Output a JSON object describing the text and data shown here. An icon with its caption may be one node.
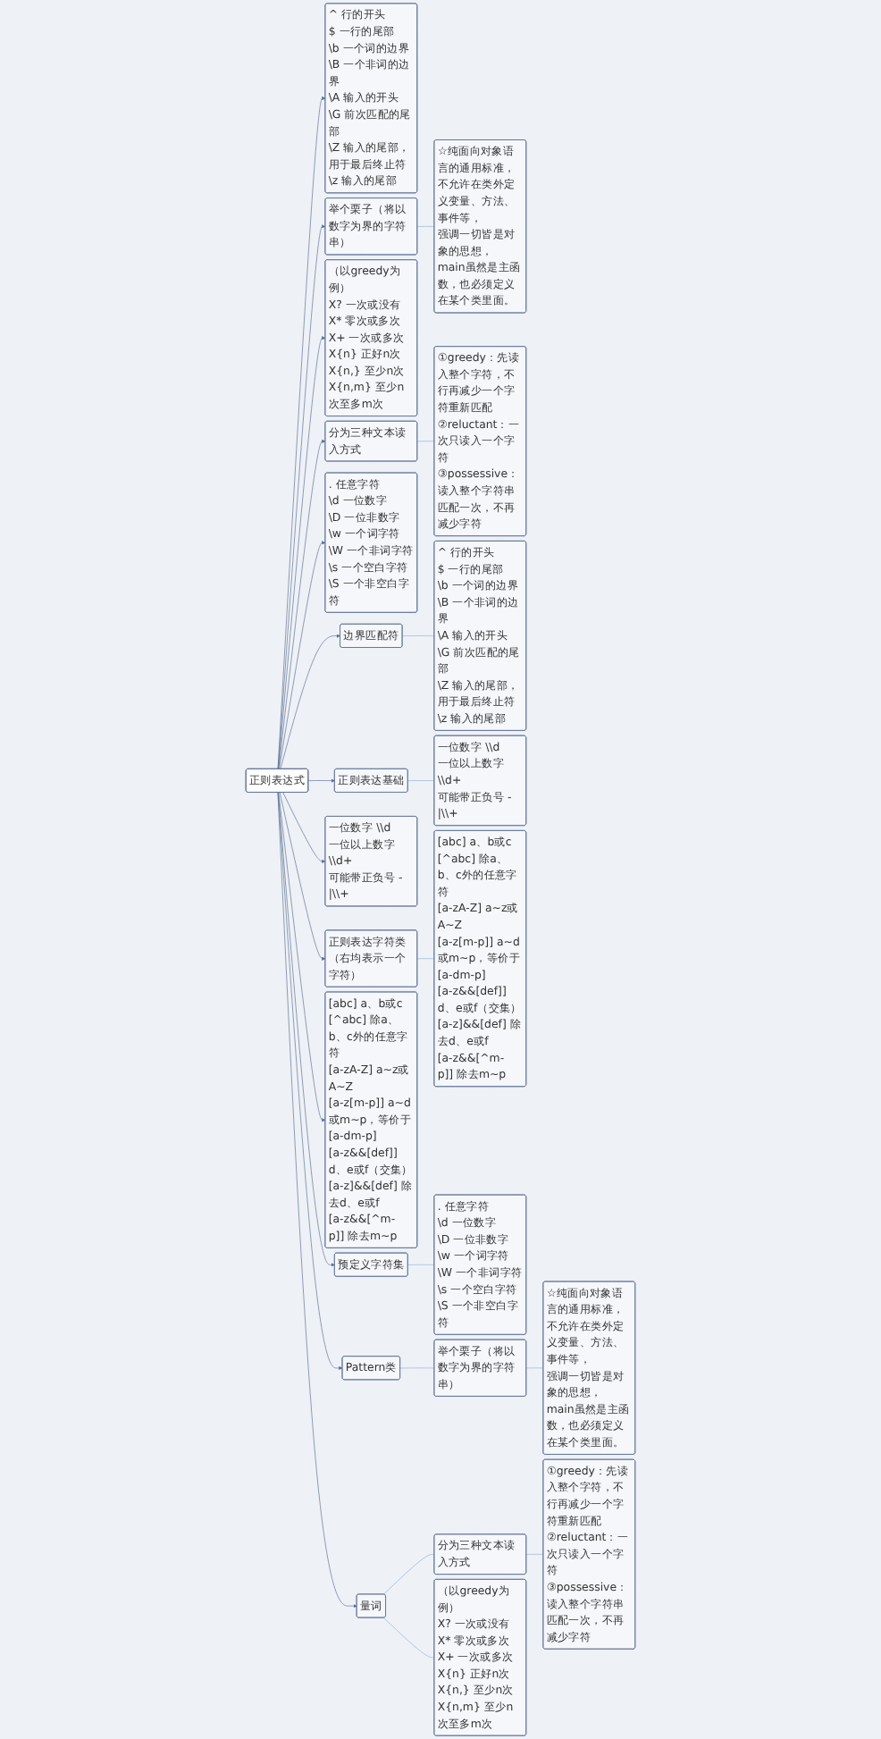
{
  "diagram": {
    "nodes": [
      {
        "text": [
          "正则表达式"
        ]
      },
      {
        "text": [
          "^ 行的开头",
          "$ 一行的尾部",
          "\\b 一个词的边界",
          "\\B 一个非词的边界",
          "\\A 输入的开头",
          "\\G 前次匹配的尾部",
          "\\Z 输入的尾部，用于最后终止符",
          "\\z 输入的尾部"
        ]
      },
      {
        "text": [
          "举个栗子（将以数字为界的字符串）"
        ]
      },
      {
        "text": [
          "☆纯面向对象语言的通用标准，",
          "不允许在类外定义变量、方法、事件等，",
          "强调一切皆是对象的思想，",
          "main虽然是主函数，也必须定义在某个类里面。"
        ]
      },
      {
        "text": [
          "（以greedy为例）",
          "X? 一次或没有",
          "X* 零次或多次",
          "X+ 一次或多次",
          "X{n} 正好n次",
          "X{n,} 至少n次",
          "X{n,m} 至少n次至多m次"
        ]
      },
      {
        "text": [
          "分为三种文本读入方式"
        ]
      },
      {
        "text": [
          "①greedy：先读入整个字符，不行再减少一个字符重新匹配",
          "②reluctant：一次只读入一个字符",
          "③possessive：读入整个字符串匹配一次，不再减少字符"
        ]
      },
      {
        "text": [
          ". 任意字符",
          "\\d 一位数字",
          "\\D 一位非数字",
          "\\w 一个词字符",
          "\\W 一个非词字符",
          "\\s 一个空白字符",
          "\\S 一个非空白字符"
        ]
      },
      {
        "text": [
          "边界匹配符"
        ]
      },
      {
        "text": [
          "^ 行的开头",
          "$ 一行的尾部",
          "\\b 一个词的边界",
          "\\B 一个非词的边界",
          "\\A 输入的开头",
          "\\G 前次匹配的尾部",
          "\\Z 输入的尾部，用于最后终止符",
          "\\z 输入的尾部"
        ]
      },
      {
        "text": [
          "正则表达基础"
        ]
      },
      {
        "text": [
          "一位数字 \\\\d",
          "一位以上数字 \\\\d+",
          "可能带正负号 -|\\\\+"
        ]
      },
      {
        "text": [
          "一位数字 \\\\d",
          "一位以上数字 \\\\d+",
          "可能带正负号 -|\\\\+"
        ]
      },
      {
        "text": [
          "正则表达字符类（右均表示一个字符）"
        ]
      },
      {
        "text": [
          "[abc] a、b或c",
          "[^abc] 除a、b、c外的任意字符",
          "[a-zA-Z] a~z或A~Z",
          "[a-z[m-p]] a~d或m~p，等价于[a-dm-p]",
          "[a-z&&[def]] d、e或f（交集）",
          "[a-z]&&[def] 除去d、e或f",
          "[a-z&&[^m-p]] 除去m~p"
        ]
      },
      {
        "text": [
          "[abc] a、b或c",
          "[^abc] 除a、b、c外的任意字符",
          "[a-zA-Z] a~z或A~Z",
          "[a-z[m-p]] a~d或m~p，等价于[a-dm-p]",
          "[a-z&&[def]] d、e或f（交集）",
          "[a-z]&&[def] 除去d、e或f",
          "[a-z&&[^m-p]] 除去m~p"
        ]
      },
      {
        "text": [
          "预定义字符集"
        ]
      },
      {
        "text": [
          ". 任意字符",
          "\\d 一位数字",
          "\\D 一位非数字",
          "\\w 一个词字符",
          "\\W 一个非词字符",
          "\\s 一个空白字符",
          "\\S 一个非空白字符"
        ]
      },
      {
        "text": [
          "Pattern类"
        ]
      },
      {
        "text": [
          "举个栗子（将以数字为界的字符串）"
        ]
      },
      {
        "text": [
          "☆纯面向对象语言的通用标准，",
          "不允许在类外定义变量、方法、事件等，",
          "强调一切皆是对象的思想，",
          "main虽然是主函数，也必须定义在某个类里面。"
        ]
      },
      {
        "text": [
          "量词"
        ]
      },
      {
        "text": [
          "分为三种文本读入方式"
        ]
      },
      {
        "text": [
          "①greedy：先读入整个字符，不行再减少一个字符重新匹配",
          "②reluctant：一次只读入一个字符",
          "③possessive：读入整个字符串匹配一次，不再减少字符"
        ]
      },
      {
        "text": [
          "（以greedy为例）",
          "X? 一次或没有",
          "X* 零次或多次",
          "X+ 一次或多次",
          "X{n} 正好n次",
          "X{n,} 至少n次",
          "X{n,m} 至少n次至多m次"
        ]
      }
    ],
    "edges": [
      {
        "from": 0,
        "to": 1,
        "arrow": "to"
      },
      {
        "from": 0,
        "to": 2,
        "arrow": "to"
      },
      {
        "from": 2,
        "to": 3,
        "arrow": "none"
      },
      {
        "from": 0,
        "to": 4,
        "arrow": "to"
      },
      {
        "from": 0,
        "to": 5,
        "arrow": "to"
      },
      {
        "from": 5,
        "to": 6,
        "arrow": "none"
      },
      {
        "from": 0,
        "to": 7,
        "arrow": "to"
      },
      {
        "from": 0,
        "to": 8,
        "arrow": "to"
      },
      {
        "from": 8,
        "to": 9,
        "arrow": "none"
      },
      {
        "from": 0,
        "to": 10,
        "arrow": "to"
      },
      {
        "from": 10,
        "to": 11,
        "arrow": "none"
      },
      {
        "from": 0,
        "to": 12,
        "arrow": "to"
      },
      {
        "from": 0,
        "to": 13,
        "arrow": "to"
      },
      {
        "from": 13,
        "to": 14,
        "arrow": "none"
      },
      {
        "from": 0,
        "to": 15,
        "arrow": "to"
      },
      {
        "from": 0,
        "to": 16,
        "arrow": "to"
      },
      {
        "from": 16,
        "to": 17,
        "arrow": "none"
      },
      {
        "from": 0,
        "to": 18,
        "arrow": "to"
      },
      {
        "from": 18,
        "to": 19,
        "arrow": "none"
      },
      {
        "from": 19,
        "to": 20,
        "arrow": "none"
      },
      {
        "from": 0,
        "to": 21,
        "arrow": "to"
      },
      {
        "from": 21,
        "to": 22,
        "arrow": "none"
      },
      {
        "from": 22,
        "to": 23,
        "arrow": "none"
      },
      {
        "from": 21,
        "to": 24,
        "arrow": "none"
      }
    ]
  }
}
